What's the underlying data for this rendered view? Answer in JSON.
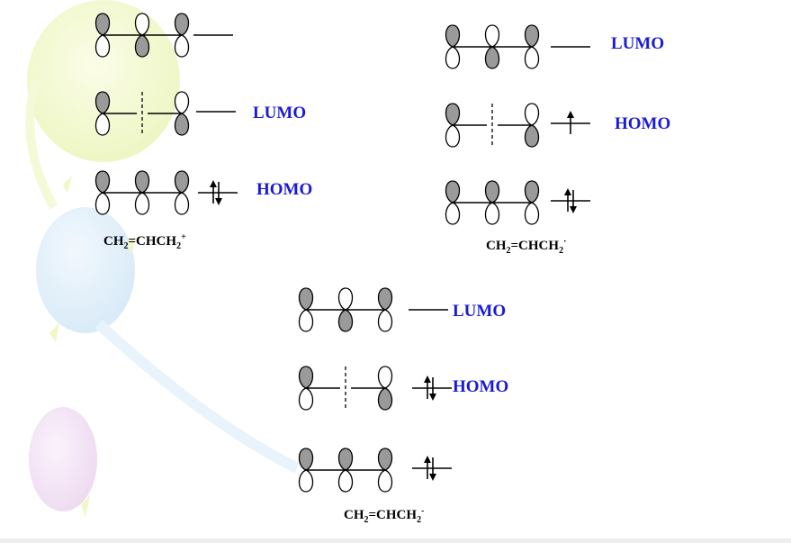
{
  "labels": {
    "lumo": "LUMO",
    "homo": "HOMO"
  },
  "formulas": {
    "cation": {
      "base": "CH",
      "s1": "2",
      "mid": "=CHCH",
      "s2": "2",
      "charge": "+"
    },
    "radical": {
      "base": "CH",
      "s1": "2",
      "mid": "=CHCH",
      "s2": "2",
      "charge": "·"
    },
    "anion": {
      "base": "CH",
      "s1": "2",
      "mid": "=CHCH",
      "s2": "2",
      "charge": "-"
    }
  },
  "colors": {
    "label": "#1a1ad6",
    "lobe_shaded": "#9a9a9a",
    "lobe_line": "#000000"
  }
}
